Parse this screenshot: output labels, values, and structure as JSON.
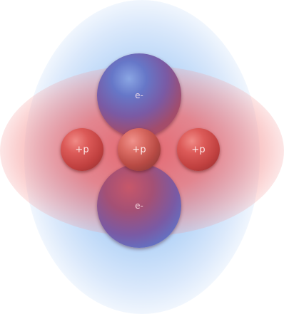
{
  "colors": {
    "electron_blue": "#6677c8",
    "proton_red": "#c0403f",
    "halo_blue": "#a0c8f5",
    "halo_red": "#eb6064"
  },
  "diagram": {
    "electrons": [
      {
        "label": "e-"
      },
      {
        "label": "e-"
      }
    ],
    "protons": [
      {
        "label": "+p"
      },
      {
        "label": "+p"
      },
      {
        "label": "+p"
      }
    ]
  }
}
